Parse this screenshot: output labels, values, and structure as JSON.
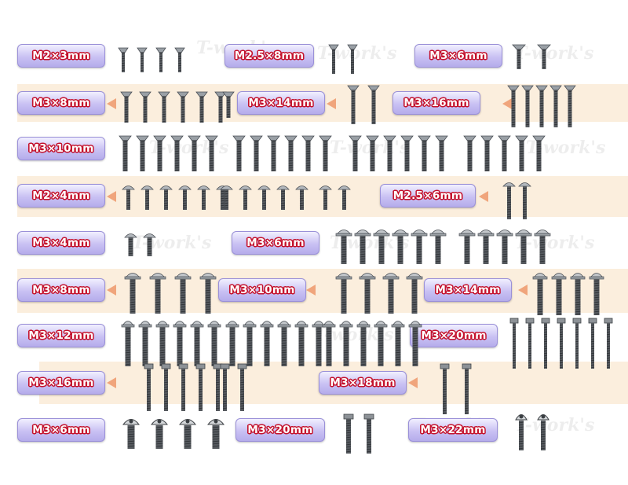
{
  "labels": [
    {
      "text": "M2×3mm"
    },
    {
      "text": "M2.5×8mm"
    },
    {
      "text": "M3×6mm"
    },
    {
      "text": "M3×8mm"
    },
    {
      "text": "M3×14mm"
    },
    {
      "text": "M3×16mm"
    },
    {
      "text": "M3×10mm"
    },
    {
      "text": "M2×4mm"
    },
    {
      "text": "M2.5×6mm"
    },
    {
      "text": "M3×4mm"
    },
    {
      "text": "M3×6mm"
    },
    {
      "text": "M3×8mm"
    },
    {
      "text": "M3×10mm"
    },
    {
      "text": "M3×14mm"
    },
    {
      "text": "M3×12mm"
    },
    {
      "text": "M3×20mm"
    },
    {
      "text": "M3×16mm"
    },
    {
      "text": "M3×18mm"
    },
    {
      "text": "M3×6mm"
    },
    {
      "text": "M3×20mm"
    },
    {
      "text": "M3×22mm"
    }
  ],
  "watermark": "T-work's",
  "colors": {
    "band": "#fbeedd",
    "label_fill": "#c9c1f3",
    "label_text_outline": "#c4122c",
    "arrow": "#f0a57c"
  }
}
